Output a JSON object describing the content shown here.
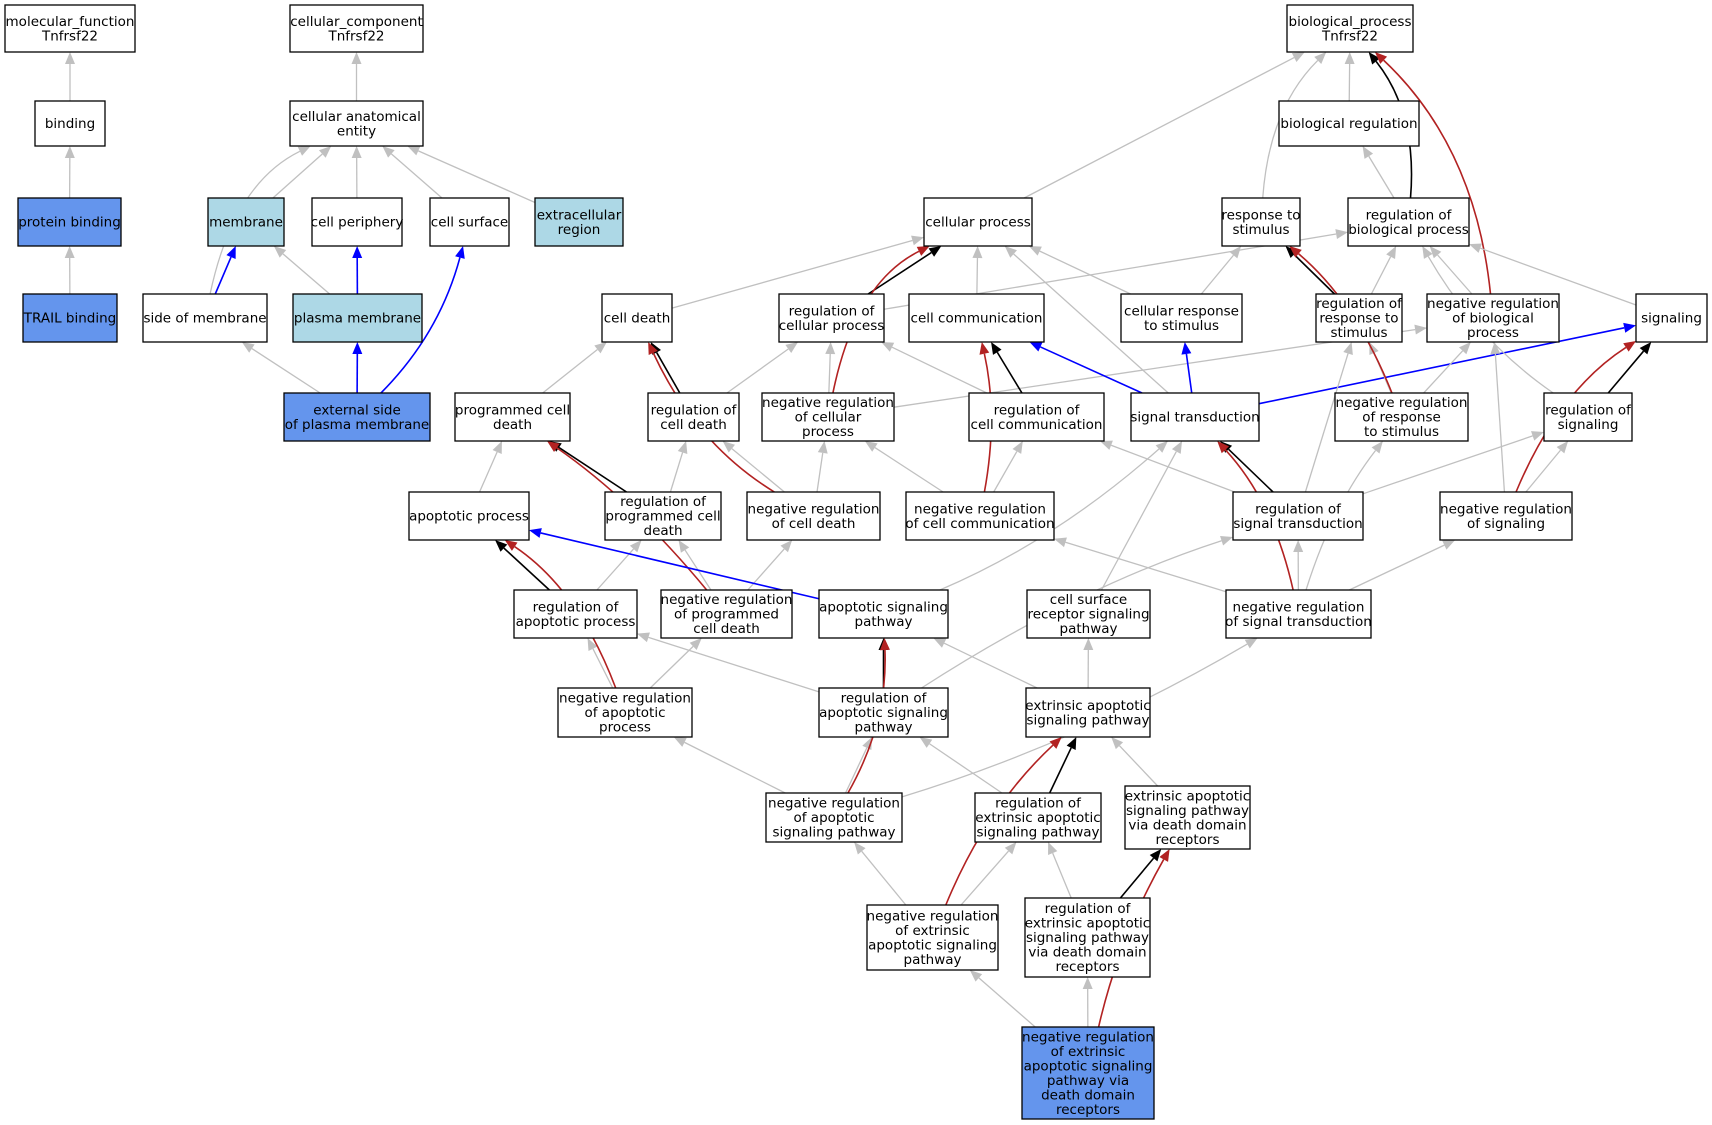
{
  "colors": {
    "is_a": "#c0c0c0",
    "part_of": "#000000",
    "regulates": "#0000ff",
    "negatively_regulates": "#b22222",
    "annotated": "#6495ed",
    "cellular_component_term": "#add8e6",
    "default_fill": "#ffffff"
  },
  "nodes": [
    {
      "id": "mf_root",
      "lines": [
        "molecular_function",
        "Tnfrsf22"
      ],
      "fill": "white"
    },
    {
      "id": "binding",
      "lines": [
        "binding"
      ],
      "fill": "white"
    },
    {
      "id": "protein_binding",
      "lines": [
        "protein binding"
      ],
      "fill": "annotated"
    },
    {
      "id": "trail_binding",
      "lines": [
        "TRAIL binding"
      ],
      "fill": "annotated"
    },
    {
      "id": "cc_root",
      "lines": [
        "cellular_component",
        "Tnfrsf22"
      ],
      "fill": "white"
    },
    {
      "id": "cellular_anatomical_entity",
      "lines": [
        "cellular anatomical",
        "entity"
      ],
      "fill": "white"
    },
    {
      "id": "membrane",
      "lines": [
        "membrane"
      ],
      "fill": "light"
    },
    {
      "id": "cell_periphery",
      "lines": [
        "cell periphery"
      ],
      "fill": "white"
    },
    {
      "id": "cell_surface",
      "lines": [
        "cell surface"
      ],
      "fill": "white"
    },
    {
      "id": "extracellular_region",
      "lines": [
        "extracellular",
        "region"
      ],
      "fill": "light"
    },
    {
      "id": "side_of_membrane",
      "lines": [
        "side of membrane"
      ],
      "fill": "white"
    },
    {
      "id": "plasma_membrane",
      "lines": [
        "plasma membrane"
      ],
      "fill": "light"
    },
    {
      "id": "external_side_pm",
      "lines": [
        "external side",
        "of plasma membrane"
      ],
      "fill": "annotated"
    },
    {
      "id": "bp_root",
      "lines": [
        "biological_process",
        "Tnfrsf22"
      ],
      "fill": "white"
    },
    {
      "id": "biological_regulation",
      "lines": [
        "biological regulation"
      ],
      "fill": "white"
    },
    {
      "id": "cellular_process",
      "lines": [
        "cellular process"
      ],
      "fill": "white"
    },
    {
      "id": "response_to_stimulus",
      "lines": [
        "response to",
        "stimulus"
      ],
      "fill": "white"
    },
    {
      "id": "regulation_of_biological_process",
      "lines": [
        "regulation of",
        "biological process"
      ],
      "fill": "white"
    },
    {
      "id": "cell_death",
      "lines": [
        "cell death"
      ],
      "fill": "white"
    },
    {
      "id": "regulation_of_cellular_process",
      "lines": [
        "regulation of",
        "cellular process"
      ],
      "fill": "white"
    },
    {
      "id": "cell_communication",
      "lines": [
        "cell communication"
      ],
      "fill": "white"
    },
    {
      "id": "cellular_response_to_stimulus",
      "lines": [
        "cellular response",
        "to stimulus"
      ],
      "fill": "white"
    },
    {
      "id": "regulation_of_response_to_stimulus",
      "lines": [
        "regulation of",
        "response to",
        "stimulus"
      ],
      "fill": "white"
    },
    {
      "id": "neg_reg_biological_process",
      "lines": [
        "negative regulation",
        "of biological",
        "process"
      ],
      "fill": "white"
    },
    {
      "id": "signaling",
      "lines": [
        "signaling"
      ],
      "fill": "white"
    },
    {
      "id": "programmed_cell_death",
      "lines": [
        "programmed cell",
        "death"
      ],
      "fill": "white"
    },
    {
      "id": "regulation_of_cell_death",
      "lines": [
        "regulation of",
        "cell death"
      ],
      "fill": "white"
    },
    {
      "id": "neg_reg_cellular_process",
      "lines": [
        "negative regulation",
        "of cellular",
        "process"
      ],
      "fill": "white"
    },
    {
      "id": "regulation_of_cell_communication",
      "lines": [
        "regulation of",
        "cell communication"
      ],
      "fill": "white"
    },
    {
      "id": "signal_transduction",
      "lines": [
        "signal transduction"
      ],
      "fill": "white"
    },
    {
      "id": "neg_reg_response_to_stimulus",
      "lines": [
        "negative regulation",
        "of response",
        "to stimulus"
      ],
      "fill": "white"
    },
    {
      "id": "regulation_of_signaling",
      "lines": [
        "regulation of",
        "signaling"
      ],
      "fill": "white"
    },
    {
      "id": "apoptotic_process",
      "lines": [
        "apoptotic process"
      ],
      "fill": "white"
    },
    {
      "id": "regulation_of_programmed_cell_death",
      "lines": [
        "regulation of",
        "programmed cell",
        "death"
      ],
      "fill": "white"
    },
    {
      "id": "neg_reg_cell_death",
      "lines": [
        "negative regulation",
        "of cell death"
      ],
      "fill": "white"
    },
    {
      "id": "neg_reg_cell_communication",
      "lines": [
        "negative regulation",
        "of cell communication"
      ],
      "fill": "white"
    },
    {
      "id": "regulation_of_signal_transduction",
      "lines": [
        "regulation of",
        "signal transduction"
      ],
      "fill": "white"
    },
    {
      "id": "neg_reg_signaling",
      "lines": [
        "negative regulation",
        "of signaling"
      ],
      "fill": "white"
    },
    {
      "id": "regulation_of_apoptotic_process",
      "lines": [
        "regulation of",
        "apoptotic process"
      ],
      "fill": "white"
    },
    {
      "id": "neg_reg_programmed_cell_death",
      "lines": [
        "negative regulation",
        "of programmed",
        "cell death"
      ],
      "fill": "white"
    },
    {
      "id": "apoptotic_signaling_pathway",
      "lines": [
        "apoptotic signaling",
        "pathway"
      ],
      "fill": "white"
    },
    {
      "id": "cell_surface_receptor_signaling",
      "lines": [
        "cell surface",
        "receptor signaling",
        "pathway"
      ],
      "fill": "white"
    },
    {
      "id": "neg_reg_signal_transduction",
      "lines": [
        "negative regulation",
        "of signal transduction"
      ],
      "fill": "white"
    },
    {
      "id": "neg_reg_apoptotic_process",
      "lines": [
        "negative regulation",
        "of apoptotic",
        "process"
      ],
      "fill": "white"
    },
    {
      "id": "regulation_of_apoptotic_signaling",
      "lines": [
        "regulation of",
        "apoptotic signaling",
        "pathway"
      ],
      "fill": "white"
    },
    {
      "id": "extrinsic_apoptotic_signaling",
      "lines": [
        "extrinsic apoptotic",
        "signaling pathway"
      ],
      "fill": "white"
    },
    {
      "id": "neg_reg_apoptotic_signaling",
      "lines": [
        "negative regulation",
        "of apoptotic",
        "signaling pathway"
      ],
      "fill": "white"
    },
    {
      "id": "regulation_of_extrinsic_apoptotic",
      "lines": [
        "regulation of",
        "extrinsic apoptotic",
        "signaling pathway"
      ],
      "fill": "white"
    },
    {
      "id": "extrinsic_via_death_domain",
      "lines": [
        "extrinsic apoptotic",
        "signaling pathway",
        "via death domain",
        "receptors"
      ],
      "fill": "white"
    },
    {
      "id": "neg_reg_extrinsic_apoptotic",
      "lines": [
        "negative regulation",
        "of extrinsic",
        "apoptotic signaling",
        "pathway"
      ],
      "fill": "white"
    },
    {
      "id": "regulation_of_extrinsic_via_dd",
      "lines": [
        "regulation of",
        "extrinsic apoptotic",
        "signaling pathway",
        "via death domain",
        "receptors"
      ],
      "fill": "white"
    },
    {
      "id": "neg_reg_extrinsic_via_dd",
      "lines": [
        "negative regulation",
        "of extrinsic",
        "apoptotic signaling",
        "pathway via",
        "death domain",
        "receptors"
      ],
      "fill": "annotated"
    }
  ]
}
